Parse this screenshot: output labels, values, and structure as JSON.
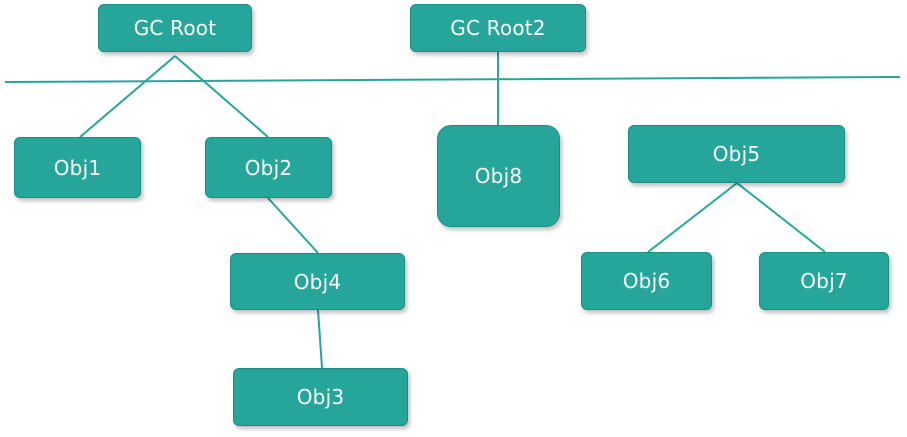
{
  "diagram": {
    "colors": {
      "node_fill": "#26A69A",
      "link": "#26A69A"
    },
    "nodes": {
      "gc_root": {
        "label": "GC Root"
      },
      "gc_root2": {
        "label": "GC Root2"
      },
      "obj1": {
        "label": "Obj1"
      },
      "obj2": {
        "label": "Obj2"
      },
      "obj3": {
        "label": "Obj3"
      },
      "obj4": {
        "label": "Obj4"
      },
      "obj5": {
        "label": "Obj5"
      },
      "obj6": {
        "label": "Obj6"
      },
      "obj7": {
        "label": "Obj7"
      },
      "obj8": {
        "label": "Obj8"
      }
    },
    "edges": [
      {
        "from": "GC Root",
        "to": "Obj1"
      },
      {
        "from": "GC Root",
        "to": "Obj2"
      },
      {
        "from": "Obj2",
        "to": "Obj4"
      },
      {
        "from": "Obj4",
        "to": "Obj3"
      },
      {
        "from": "GC Root2",
        "to": "Obj8"
      },
      {
        "from": "Obj5",
        "to": "Obj6"
      },
      {
        "from": "Obj5",
        "to": "Obj7"
      }
    ]
  }
}
